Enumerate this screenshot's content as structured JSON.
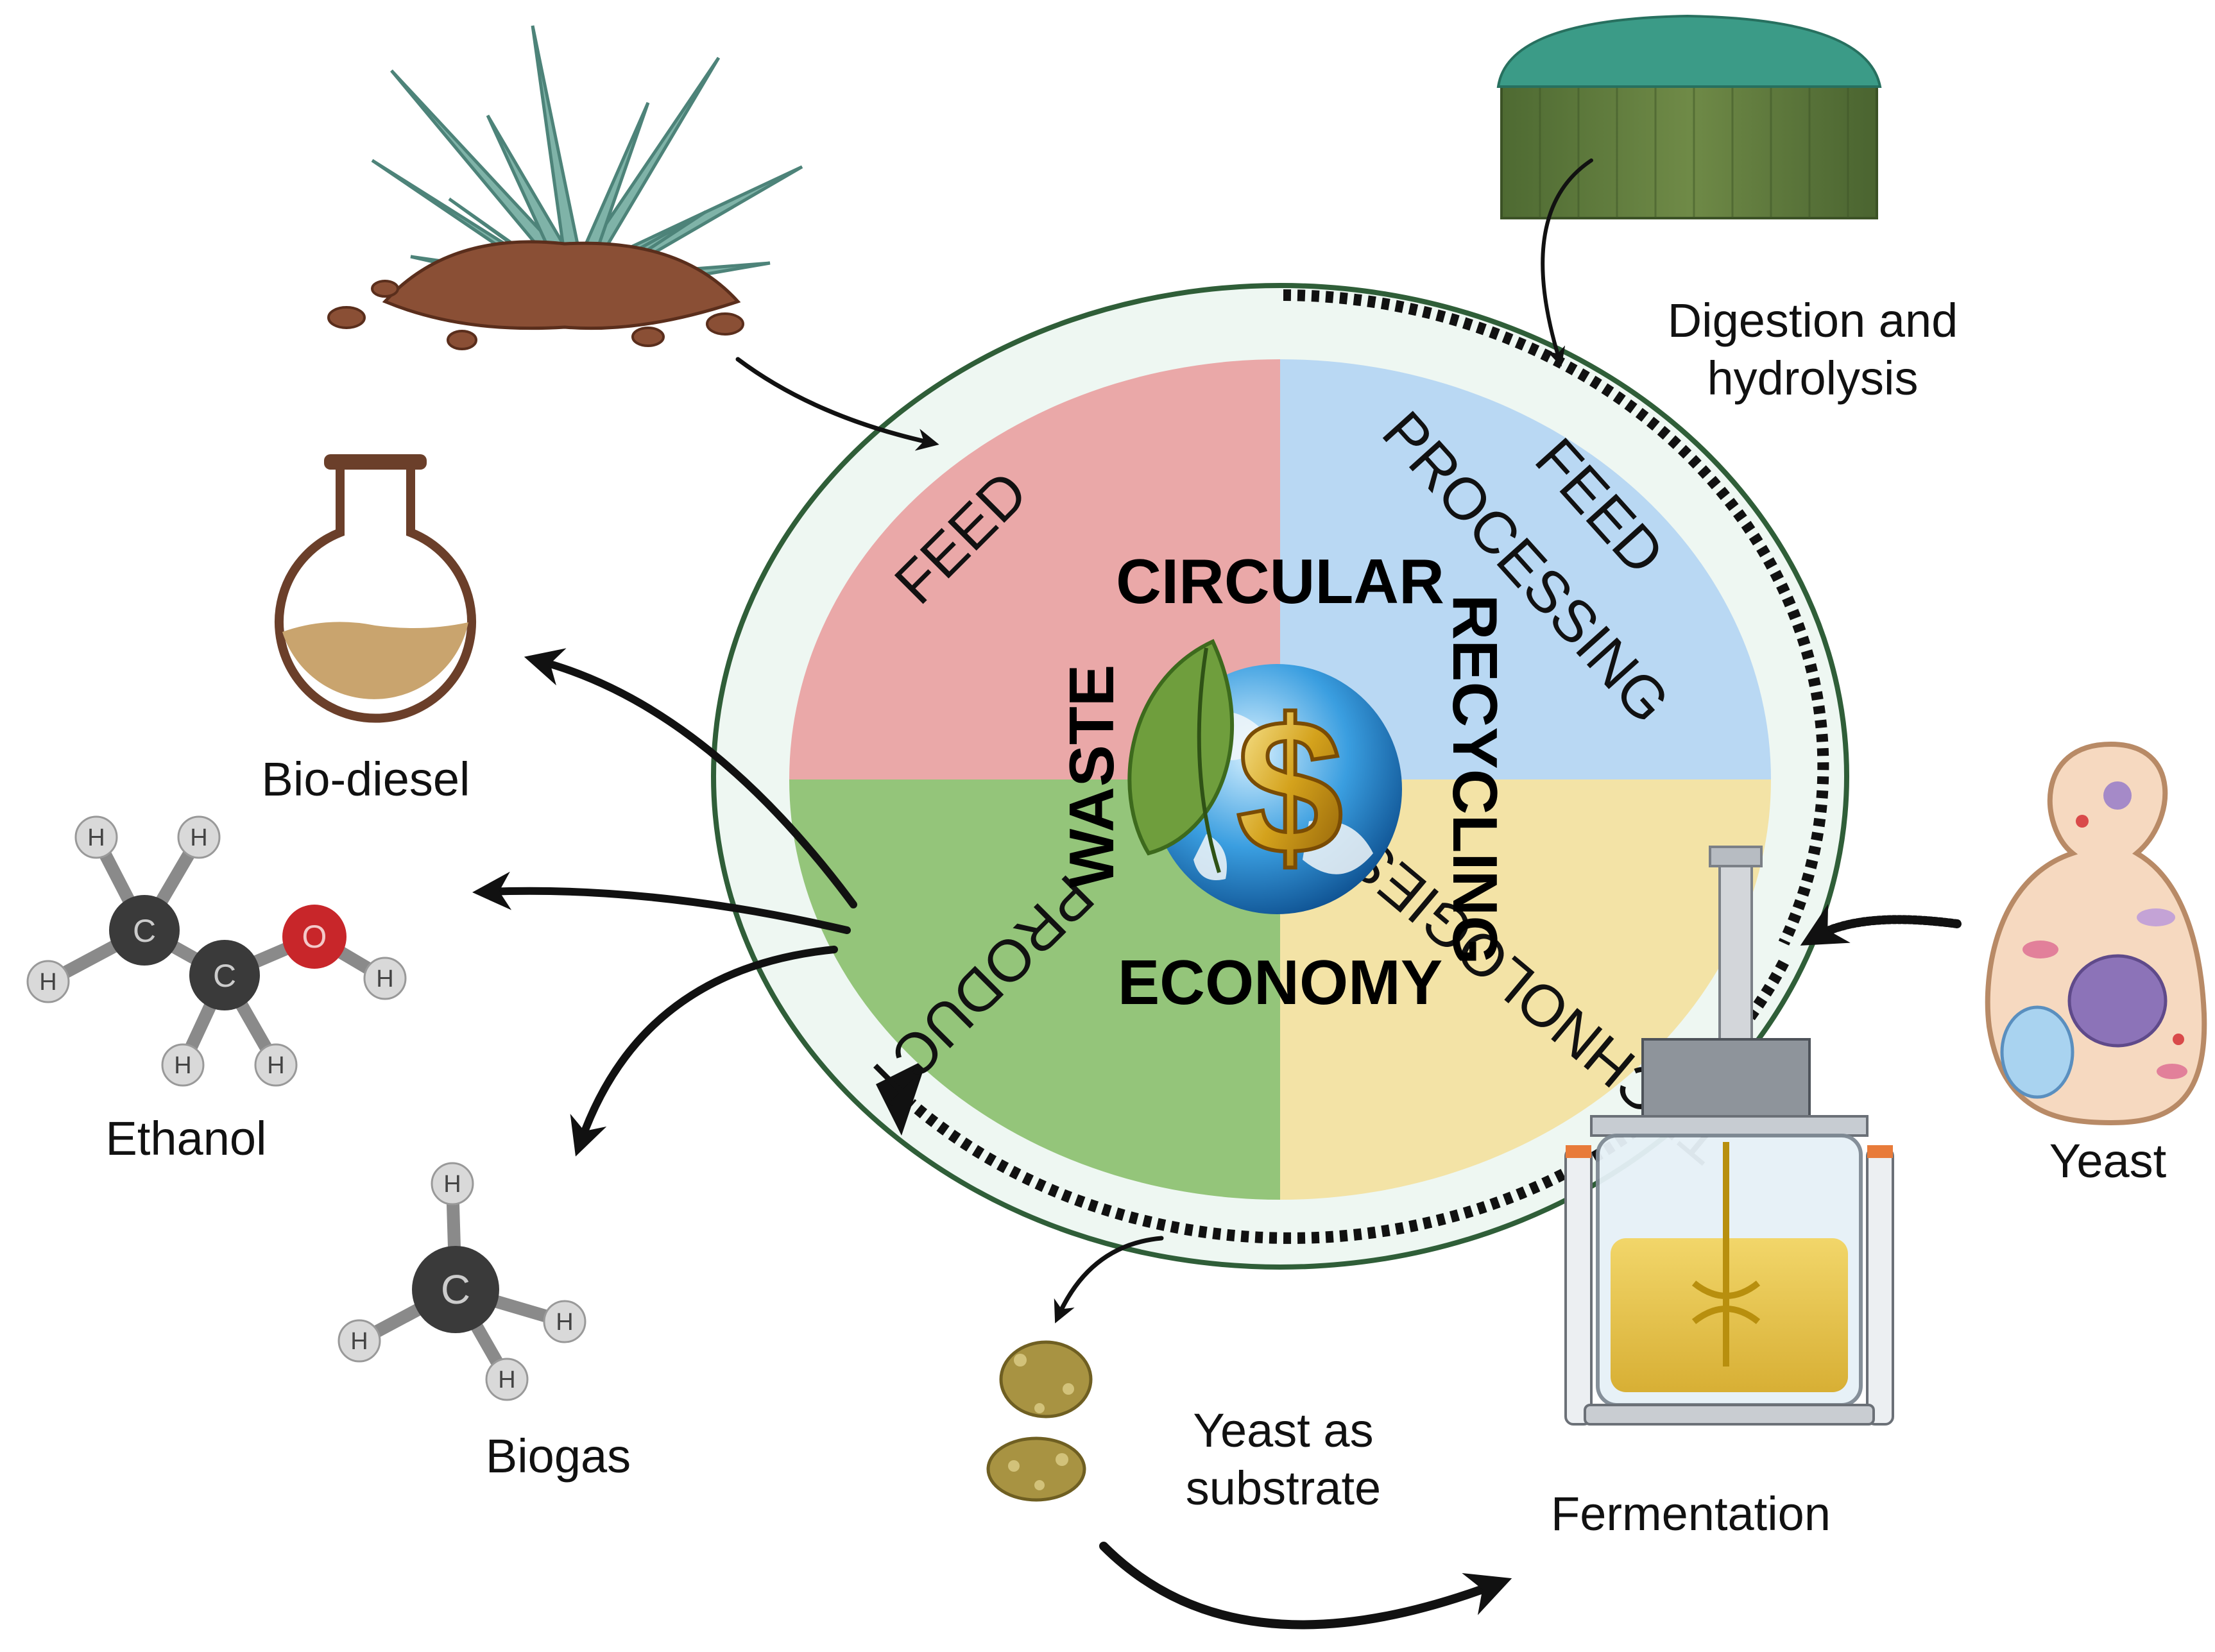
{
  "center": {
    "quadrants": {
      "feed": "FEED",
      "feed_processing_line1": "FEED",
      "feed_processing_line2": "PROCESSING",
      "technologies": "TECHNOLOGIES",
      "product": "PRODUCT"
    },
    "core_words": {
      "circular": "CIRCULAR",
      "recycling": "RECYCLING",
      "economy": "ECONOMY",
      "waste": "WASTE"
    },
    "symbol": "$",
    "colors": {
      "feed": "#eaa8a8",
      "feed_processing": "#b9d8f3",
      "technologies": "#f3e3a6",
      "product": "#94c57a",
      "outer_ring": "#eef7f2",
      "ring_border": "#2f5e38"
    }
  },
  "labels": {
    "digestion_line1": "Digestion and",
    "digestion_line2": "hydrolysis",
    "biodiesel": "Bio-diesel",
    "ethanol": "Ethanol",
    "biogas": "Biogas",
    "yeast": "Yeast",
    "yeast_substrate_line1": "Yeast as",
    "yeast_substrate_line2": "substrate",
    "fermentation": "Fermentation"
  },
  "atoms": {
    "carbon": "C",
    "oxygen": "O",
    "hydrogen": "H"
  },
  "icons": [
    "agave-plant-icon",
    "biodigester-tank-icon",
    "round-flask-icon",
    "ethanol-molecule-icon",
    "methane-molecule-icon",
    "yeast-cell-icon",
    "bioreactor-icon",
    "yeast-pellet-icon",
    "globe-leaf-dollar-icon"
  ]
}
